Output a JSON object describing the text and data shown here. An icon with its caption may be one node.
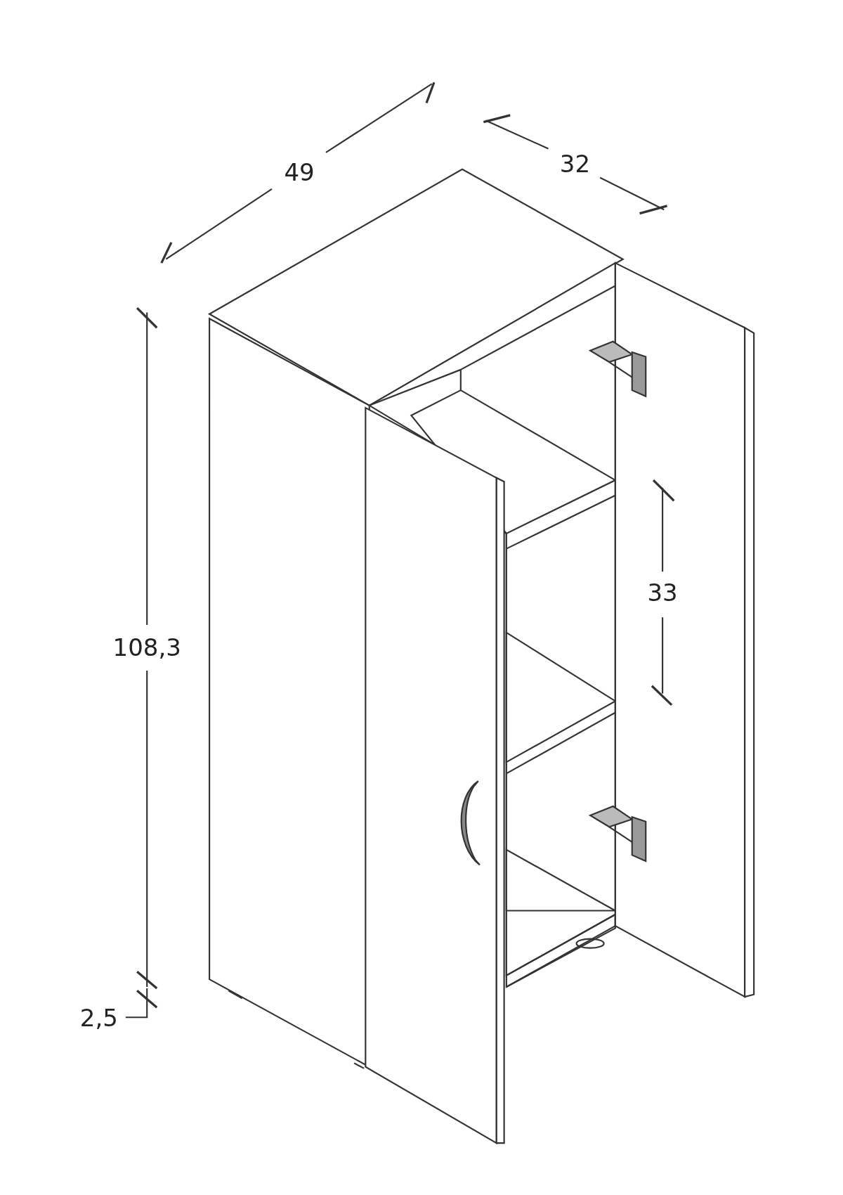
{
  "diagram": {
    "labels": [
      "49",
      "32",
      "108,3",
      "33",
      "2,5"
    ]
  }
}
